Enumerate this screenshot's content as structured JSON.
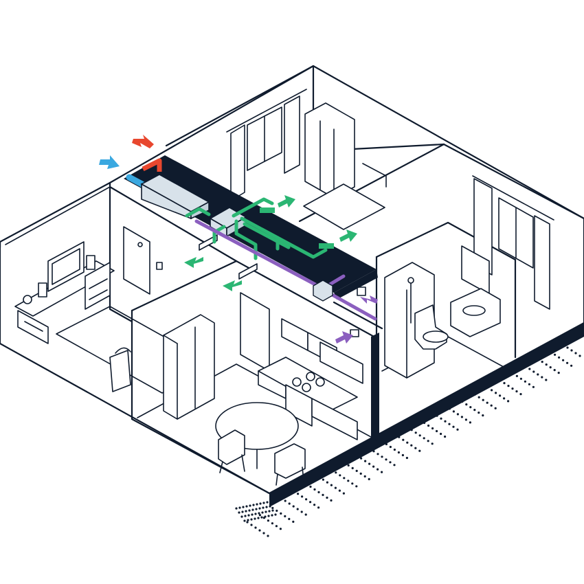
{
  "colors": {
    "outline": "#0f1b2d",
    "supply": "#2bb673",
    "extract": "#8b5fbf",
    "outdoor_intake": "#3aa8e0",
    "exhaust": "#e8472e",
    "unit": "#d8e2ea",
    "background": "#ffffff"
  },
  "icons": {
    "supply_arrow": "arrow-green",
    "extract_arrow": "arrow-purple",
    "intake_arrow": "arrow-blue",
    "exhaust_arrow": "arrow-red"
  }
}
